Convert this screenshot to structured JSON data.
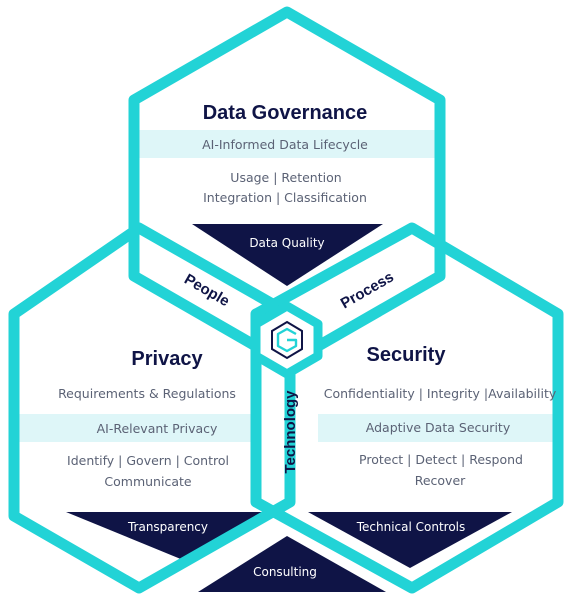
{
  "colors": {
    "outline": "#22d3d6",
    "band": "#def6f8",
    "navy": "#0f1446",
    "text": "#5b6275"
  },
  "logo_icon": "hexagon-logo-icon",
  "data_governance": {
    "title": "Data Governance",
    "band": "AI-Informed Data Lifecycle",
    "line1": "Usage | Retention",
    "line2": "Integration | Classification",
    "triangle": "Data Quality"
  },
  "privacy": {
    "title": "Privacy",
    "line1": "Requirements & Regulations",
    "band": "AI-Relevant Privacy",
    "line2": "Identify | Govern | Control",
    "line3": "Communicate",
    "triangle": "Transparency"
  },
  "security": {
    "title": "Security",
    "line1": "Confidentiality | Integrity |Availability",
    "band": "Adaptive Data Security",
    "line2": "Protect | Detect | Respond",
    "line3": "Recover",
    "triangle": "Technical Controls"
  },
  "overlaps": {
    "people": "People",
    "process": "Process",
    "technology": "Technology"
  },
  "bottom_triangle": "Consulting"
}
